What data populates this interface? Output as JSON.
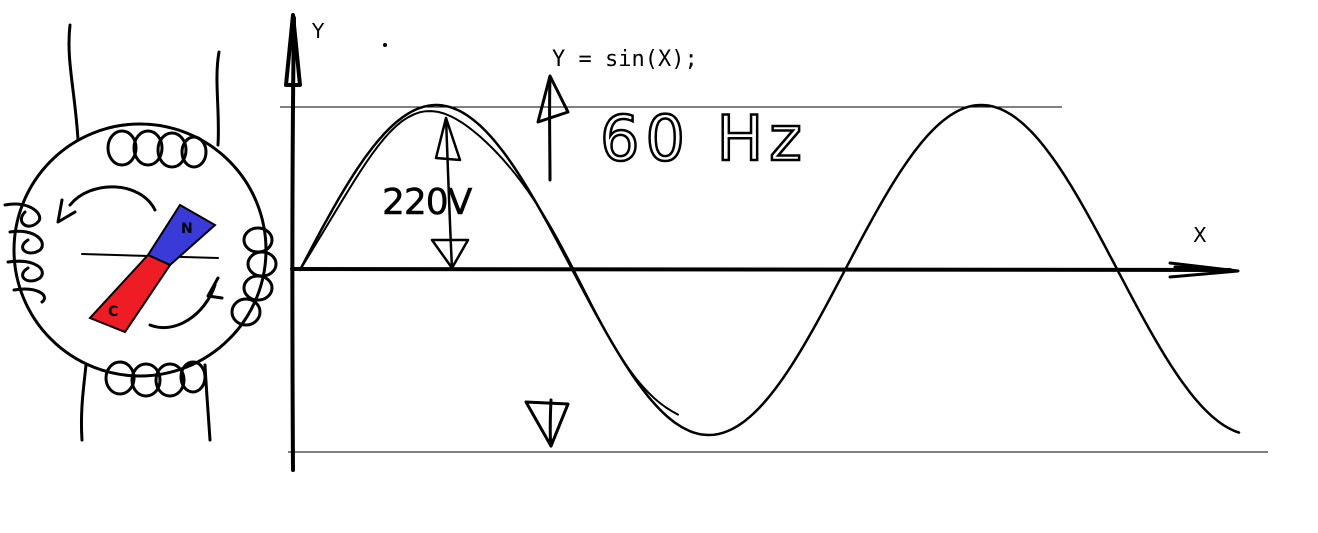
{
  "axes": {
    "y_label": "Y",
    "x_label": "X"
  },
  "formula": "Y = sin(X);",
  "frequency_label": "60 Hz",
  "voltage_label": "220V",
  "magnet": {
    "north_label": "N",
    "south_label": "C",
    "north_color": "#3a3ad8",
    "south_color": "#ee1c24"
  }
}
